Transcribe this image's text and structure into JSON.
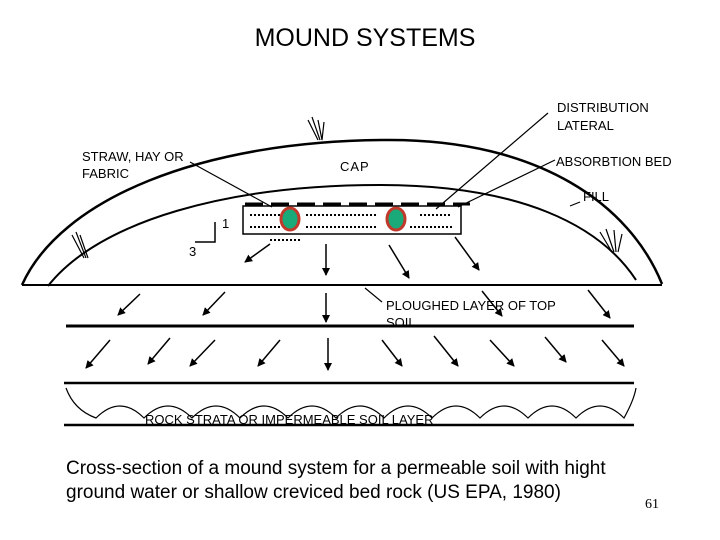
{
  "title": "MOUND SYSTEMS",
  "labels": {
    "distribution_line1": "DISTRIBUTION",
    "distribution_line2": "LATERAL",
    "straw_line1": "STRAW, HAY OR",
    "straw_line2": "FABRIC",
    "cap": "CAP",
    "absorption_bed": "ABSORBTION BED",
    "fill": "FILL",
    "slope_1": "1",
    "slope_3": "3",
    "ploughed_line1": "PLOUGHED LAYER OF TOP",
    "ploughed_line2": "SOIL",
    "rock": "ROCK STRATA OR IMPERMEABLE SOIL LAYER"
  },
  "caption": "Cross-section of a mound system for a permeable soil with hight ground water or shallow creviced bed rock (US EPA, 1980)",
  "page_number": "61",
  "colors": {
    "pipe_fill": "#1aaa7a",
    "pipe_ring": "#c0392b",
    "line": "#000000"
  }
}
